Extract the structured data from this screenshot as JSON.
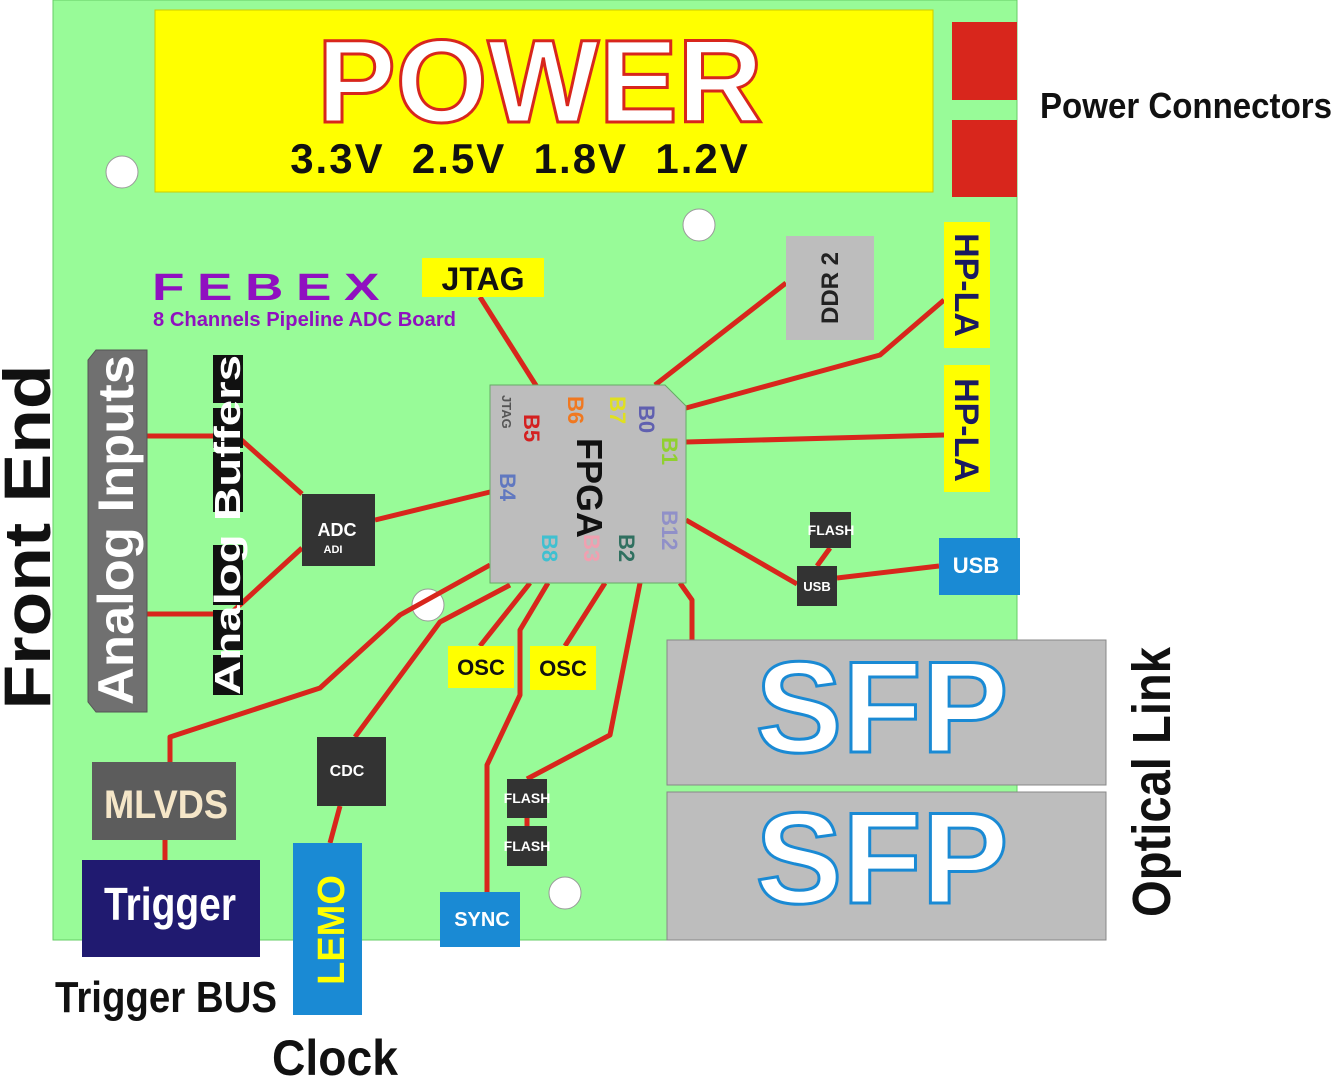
{
  "power": {
    "title": "POWER",
    "voltages": "3.3V  2.5V  1.8V  1.2V"
  },
  "power_connectors_label": "Power Connectors",
  "board": {
    "name": "FEBEX",
    "subtitle": "8 Channels Pipeline ADC Board"
  },
  "jtag": "JTAG",
  "ddr": "DDR 2",
  "hpla": [
    "HP-LA",
    "HP-LA"
  ],
  "fpga": {
    "label": "FPGA",
    "banks": [
      {
        "text": "JTAG",
        "color": "#555555"
      },
      {
        "text": "B5",
        "color": "#d42020"
      },
      {
        "text": "B6",
        "color": "#f07820"
      },
      {
        "text": "B7",
        "color": "#f0f020"
      },
      {
        "text": "B0",
        "color": "#6060b0"
      },
      {
        "text": "B1",
        "color": "#90d030"
      },
      {
        "text": "B4",
        "color": "#6078c0"
      },
      {
        "text": "B12",
        "color": "#9090c8"
      },
      {
        "text": "B2",
        "color": "#307060"
      },
      {
        "text": "B3",
        "color": "#f0a0b0"
      },
      {
        "text": "B8",
        "color": "#40c0d0"
      }
    ]
  },
  "adc": {
    "label": "ADC",
    "vendor": "ADI"
  },
  "analog_inputs": "Analog Inputs",
  "analog_buffers": "Analog Buffers",
  "front_end": "Front End",
  "flash": "FLASH",
  "usb_chip": "USB",
  "usb": "USB",
  "sfp": [
    "SFP",
    "SFP"
  ],
  "optical_link": "Optical Link",
  "osc": [
    "OSC",
    "OSC"
  ],
  "cdc": "CDC",
  "flash_pair": [
    "FLASH",
    "FLASH"
  ],
  "sync": "SYNC",
  "lemo": "LEMO",
  "mlvds": "MLVDS",
  "trigger": "Trigger",
  "trigger_bus": "Trigger BUS",
  "clock": "Clock",
  "colors": {
    "board": "#98fb98",
    "trace": "#d8261c",
    "power": "#ffff00",
    "connector": "#d8261c",
    "usb": "#1a8ad4"
  }
}
